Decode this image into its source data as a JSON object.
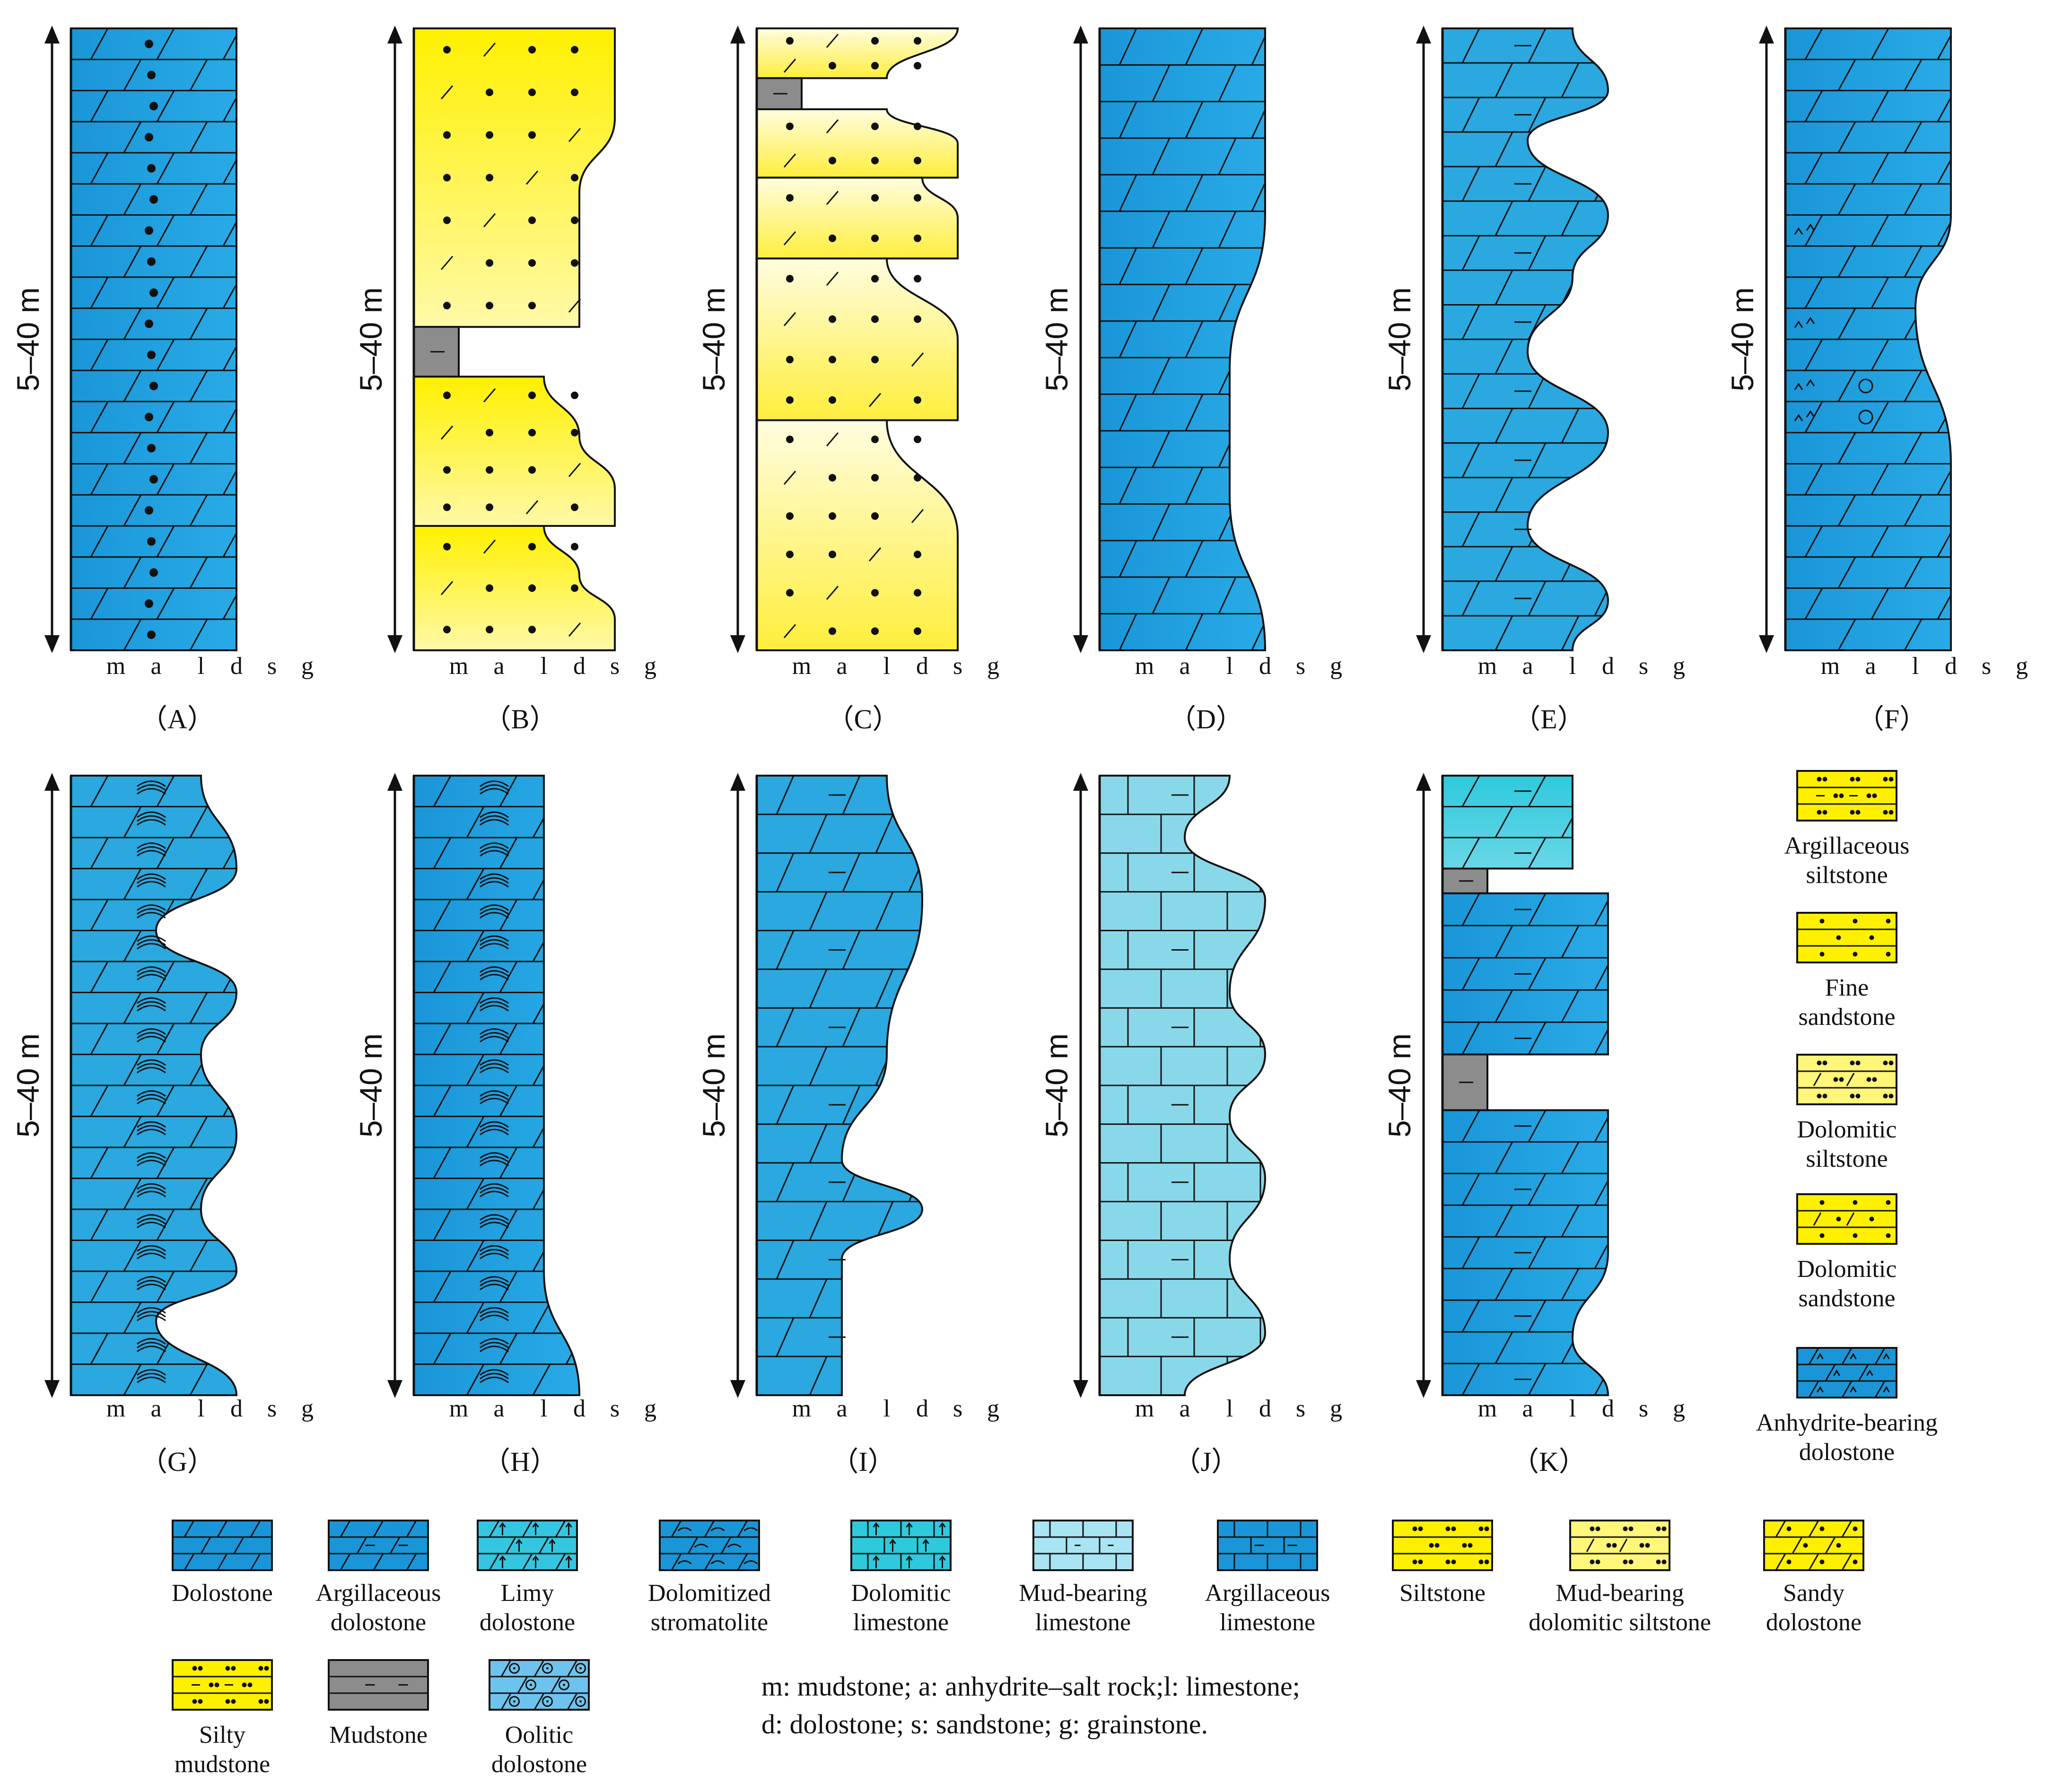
{
  "thickness_label": "5–40 m",
  "axis_ticks": [
    "m",
    "a",
    "l",
    "d",
    "s",
    "g"
  ],
  "columns": [
    {
      "id": "A",
      "label": "（A）",
      "fill": "dolo",
      "pattern": "dolo",
      "sym": "dotcol",
      "profile": [
        [
          0,
          "d"
        ],
        [
          0.25,
          "d"
        ],
        [
          0.5,
          "d"
        ],
        [
          0.75,
          "d"
        ],
        [
          1,
          "d"
        ]
      ],
      "beds": 20,
      "notch": true
    },
    {
      "id": "B",
      "label": "（B）",
      "fill": "sand",
      "pattern": "none",
      "sym": "sand",
      "units": [
        {
          "top": 0,
          "bot": 0.48,
          "prof": [
            [
              0,
              "s"
            ],
            [
              0.3,
              "s"
            ],
            [
              0.55,
              "d"
            ],
            [
              1,
              "d"
            ]
          ]
        },
        {
          "top": 0.48,
          "bot": 0.56,
          "mud": true,
          "w": "m"
        },
        {
          "top": 0.56,
          "bot": 0.8,
          "prof": [
            [
              0,
              "l"
            ],
            [
              0.4,
              "d"
            ],
            [
              0.75,
              "s"
            ],
            [
              1,
              "s"
            ]
          ]
        },
        {
          "top": 0.8,
          "bot": 1,
          "prof": [
            [
              0,
              "l"
            ],
            [
              0.4,
              "d"
            ],
            [
              0.75,
              "s"
            ],
            [
              1,
              "s"
            ]
          ]
        }
      ]
    },
    {
      "id": "C",
      "label": "（C）",
      "fill": "sandgrad",
      "pattern": "none",
      "sym": "sand",
      "units": [
        {
          "top": 0,
          "bot": 0.08,
          "prof": [
            [
              0,
              "s"
            ],
            [
              1,
              "l"
            ]
          ]
        },
        {
          "top": 0.08,
          "bot": 0.13,
          "mud": true,
          "w": "m"
        },
        {
          "top": 0.13,
          "bot": 0.24,
          "prof": [
            [
              0,
              "l"
            ],
            [
              0.5,
              "s"
            ],
            [
              1,
              "s"
            ]
          ]
        },
        {
          "top": 0.24,
          "bot": 0.37,
          "prof": [
            [
              0,
              "d"
            ],
            [
              0.5,
              "s"
            ],
            [
              1,
              "s"
            ]
          ]
        },
        {
          "top": 0.37,
          "bot": 0.63,
          "prof": [
            [
              0,
              "l"
            ],
            [
              0.5,
              "s"
            ],
            [
              1,
              "s"
            ]
          ]
        },
        {
          "top": 0.63,
          "bot": 1,
          "prof": [
            [
              0,
              "l"
            ],
            [
              0.5,
              "s"
            ],
            [
              1,
              "s"
            ]
          ]
        }
      ]
    },
    {
      "id": "D",
      "label": "（D）",
      "fill": "dolo",
      "pattern": "dolo",
      "sym": "none",
      "profile": [
        [
          0,
          "d"
        ],
        [
          0.3,
          "d"
        ],
        [
          0.55,
          "l"
        ],
        [
          0.75,
          "l"
        ],
        [
          1,
          "d"
        ]
      ],
      "beds": 17
    },
    {
      "id": "E",
      "label": "（E）",
      "fill": "dologrd",
      "pattern": "dolo",
      "sym": "mud",
      "profile": [
        [
          0,
          "l"
        ],
        [
          0.1,
          "d"
        ],
        [
          0.18,
          "a"
        ],
        [
          0.3,
          "d"
        ],
        [
          0.4,
          "l"
        ],
        [
          0.52,
          "a"
        ],
        [
          0.65,
          "d"
        ],
        [
          0.8,
          "a"
        ],
        [
          0.92,
          "d"
        ],
        [
          1,
          "l"
        ]
      ],
      "beds": 18
    },
    {
      "id": "F",
      "label": "（F）",
      "fill": "dolo",
      "pattern": "dolo",
      "sym": "anhy",
      "profile": [
        [
          0,
          "d"
        ],
        [
          0.3,
          "d"
        ],
        [
          0.45,
          "l"
        ],
        [
          0.7,
          "d"
        ],
        [
          1,
          "d"
        ]
      ],
      "beds": 20
    }
  ],
  "columns2": [
    {
      "id": "G",
      "label": "（G）",
      "fill": "dologrd",
      "pattern": "dolo",
      "sym": "strom",
      "profile": [
        [
          0,
          "l"
        ],
        [
          0.15,
          "d"
        ],
        [
          0.25,
          "a"
        ],
        [
          0.35,
          "d"
        ],
        [
          0.45,
          "l"
        ],
        [
          0.58,
          "d"
        ],
        [
          0.7,
          "l"
        ],
        [
          0.8,
          "d"
        ],
        [
          0.88,
          "a"
        ],
        [
          1,
          "d"
        ]
      ],
      "beds": 20
    },
    {
      "id": "H",
      "label": "（H）",
      "fill": "dolo",
      "pattern": "dolo",
      "sym": "strom",
      "profile": [
        [
          0,
          "l"
        ],
        [
          0.4,
          "l"
        ],
        [
          0.8,
          "l"
        ],
        [
          1,
          "d"
        ]
      ],
      "beds": 20
    },
    {
      "id": "I",
      "label": "（I）",
      "fill": "dologrd",
      "pattern": "dolo",
      "sym": "mud",
      "profile": [
        [
          0,
          "l"
        ],
        [
          0.2,
          "d"
        ],
        [
          0.45,
          "l"
        ],
        [
          0.62,
          "a"
        ],
        [
          0.7,
          "d"
        ],
        [
          0.78,
          "a"
        ],
        [
          1,
          "a"
        ]
      ],
      "beds": 16
    },
    {
      "id": "J",
      "label": "（J）",
      "fill": "lime",
      "pattern": "lime",
      "sym": "mud",
      "profile": [
        [
          0,
          "l"
        ],
        [
          0.1,
          "a"
        ],
        [
          0.2,
          "d"
        ],
        [
          0.35,
          "l"
        ],
        [
          0.45,
          "d"
        ],
        [
          0.55,
          "l"
        ],
        [
          0.65,
          "d"
        ],
        [
          0.78,
          "l"
        ],
        [
          0.9,
          "d"
        ],
        [
          1,
          "a"
        ]
      ],
      "beds": 16
    },
    {
      "id": "K",
      "label": "（K）",
      "fill": "dolo",
      "pattern": "dolo",
      "sym": "mud",
      "units": [
        {
          "top": 0,
          "bot": 0.15,
          "prof": [
            [
              0,
              "l"
            ],
            [
              1,
              "l"
            ]
          ],
          "fill": "limy"
        },
        {
          "top": 0.15,
          "bot": 0.19,
          "mud": true,
          "w": "m"
        },
        {
          "top": 0.19,
          "bot": 0.45,
          "prof": [
            [
              0,
              "d"
            ],
            [
              1,
              "d"
            ]
          ]
        },
        {
          "top": 0.45,
          "bot": 0.54,
          "mud": true,
          "w": "m"
        },
        {
          "top": 0.54,
          "bot": 1,
          "prof": [
            [
              0,
              "d"
            ],
            [
              0.5,
              "d"
            ],
            [
              0.8,
              "l"
            ],
            [
              1,
              "d"
            ]
          ]
        }
      ]
    }
  ],
  "side_legend": [
    {
      "name": "Argillaceous siltstone",
      "lines": [
        "Argillaceous",
        "siltstone"
      ],
      "swatch": "argsilt"
    },
    {
      "name": "Fine sandstone",
      "lines": [
        "Fine",
        "sandstone"
      ],
      "swatch": "finesand"
    },
    {
      "name": "Dolomitic siltstone",
      "lines": [
        "Dolomitic",
        "siltstone"
      ],
      "swatch": "dolsilt"
    },
    {
      "name": "Dolomitic sandstone",
      "lines": [
        "Dolomitic",
        "sandstone"
      ],
      "swatch": "dolsand"
    },
    {
      "name": "Anhydrite-bearing dolostone",
      "lines": [
        "Anhydrite-bearing",
        "dolostone"
      ],
      "swatch": "anhydolo"
    }
  ],
  "legend": [
    {
      "lines": [
        "Dolostone"
      ],
      "swatch": "dolostone"
    },
    {
      "lines": [
        "Argillaceous",
        "dolostone"
      ],
      "swatch": "argdolo"
    },
    {
      "lines": [
        "Limy",
        "dolostone"
      ],
      "swatch": "limydolo"
    },
    {
      "lines": [
        "Dolomitized",
        "stromatolite"
      ],
      "swatch": "strom"
    },
    {
      "lines": [
        "Dolomitic",
        "limestone"
      ],
      "swatch": "dollime"
    },
    {
      "lines": [
        "Mud-bearing",
        "limestone"
      ],
      "swatch": "mudlime"
    },
    {
      "lines": [
        "Argillaceous",
        "limestone"
      ],
      "swatch": "arglime"
    },
    {
      "lines": [
        "Siltstone"
      ],
      "swatch": "silt"
    },
    {
      "lines": [
        "Mud-bearing",
        "dolomitic siltstone"
      ],
      "swatch": "muddolsilt"
    },
    {
      "lines": [
        "Sandy",
        "dolostone"
      ],
      "swatch": "sandydolo"
    }
  ],
  "legend2": [
    {
      "lines": [
        "Silty",
        "mudstone"
      ],
      "swatch": "siltymud"
    },
    {
      "lines": [
        "Mudstone"
      ],
      "swatch": "mudstone"
    },
    {
      "lines": [
        "Oolitic",
        "dolostone"
      ],
      "swatch": "oolite"
    }
  ],
  "footnote": [
    "m: mudstone; a: anhydrite–salt rock;l: limestone;",
    "d: dolostone; s: sandstone; g: grainstone."
  ]
}
